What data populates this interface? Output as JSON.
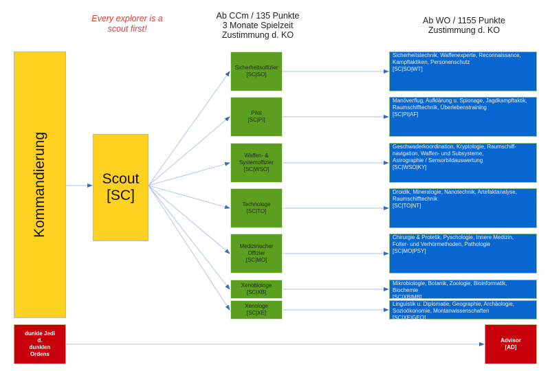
{
  "motto": [
    "Every explorer is a",
    "scout first!"
  ],
  "header_mid": [
    "Ab CCm / 135 Punkte",
    "3 Monate Spielzeit",
    "Zustimmung d. KO"
  ],
  "header_right": [
    "Ab WO / 1155 Punkte",
    "Zustimmung d. KO"
  ],
  "colors": {
    "yellow": "#fdd11f",
    "green": "#5c9f1f",
    "blue": "#0866d0",
    "red": "#c7000b",
    "arrow": "#3b6db5"
  },
  "kommandierung": {
    "label": "Kommandierung"
  },
  "scout": {
    "name": "Scout",
    "code": "[SC]"
  },
  "officers": [
    {
      "lines": [
        "Sicherheitsoffizier",
        "[SC|SO]"
      ]
    },
    {
      "lines": [
        "Pilot",
        "[SC|PI]"
      ]
    },
    {
      "lines": [
        "Waffen- &",
        "Systemoffizier",
        "[SC|WSO]"
      ]
    },
    {
      "lines": [
        "Technologe",
        "[SC|TO]"
      ]
    },
    {
      "lines": [
        "Medizinischer",
        "Offizier",
        "[SC|MO]"
      ]
    },
    {
      "lines": [
        "Xenobiologe",
        "[SC|XB]"
      ]
    },
    {
      "lines": [
        "Xenologe",
        "[SC|XE]"
      ]
    }
  ],
  "specializations": [
    {
      "lines": [
        "Sicherheitstechnik, Waffenexperte, Reconnaissance,",
        "Kampftaktiken, Personenschutz",
        "[SC|SO|WT]"
      ]
    },
    {
      "lines": [
        "Manöverflug, Aufklärung u. Spionage, Jagdkampftaktik,",
        "Raumschifftechnik, Überlebenstraining",
        "[SC|PI|AF]"
      ]
    },
    {
      "lines": [
        "Geschwaderkoordination, Kryptologie, Raumschiff-",
        "navigation, Waffen- und Subsysteme,",
        "Astrographie / Sensorbildauswertung",
        "[SC|WSO|KY]"
      ]
    },
    {
      "lines": [
        "Droidik, Mineralogie, Nanotechnik, Artefaktanalyse,",
        "Raumschifftechnik",
        "[SC|TO|NT]"
      ]
    },
    {
      "lines": [
        "Chirurgie & Protetik, Pyschologie, Innere Medizin,",
        "Folter- und Verhörmethoden, Pathologie",
        "[SC|MO|PSY]"
      ]
    },
    {
      "lines": [
        "Mikrobiologie, Botanik, Zoologie, Bioinformatik,",
        "Biochemie",
        "[SC|XB|MB]"
      ]
    },
    {
      "lines": [
        "Linguistik u. Diplomatie, Geographie, Archäologie,",
        "Sozioökonomie, Montanwissenschaften",
        "[SC|XE|GEO]"
      ]
    }
  ],
  "dark_jedi": {
    "lines": [
      "dunkle Jedi",
      "d.",
      "dunklen",
      "Ordens"
    ]
  },
  "advisor": {
    "lines": [
      "Advisor",
      "[AD]"
    ]
  }
}
